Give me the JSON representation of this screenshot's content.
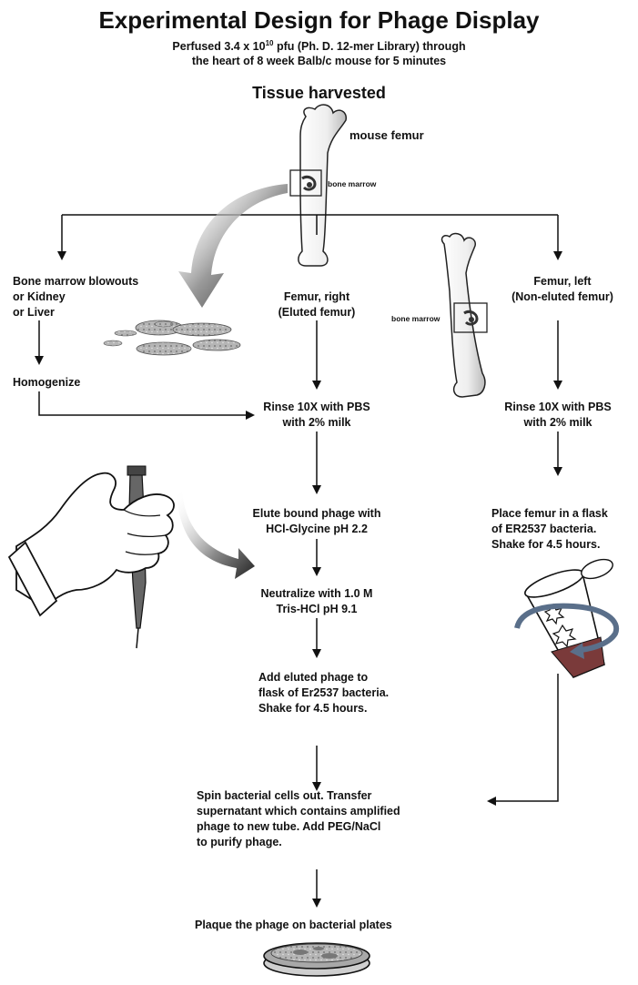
{
  "title": "Experimental Design for Phage Display",
  "subtitle_line1_pre": "Perfused 3.4 x  10",
  "subtitle_line1_exp": "10",
  "subtitle_line1_post": " pfu (Ph. D. 12-mer Library) through",
  "subtitle_line2": "the heart of 8 week Balb/c mouse for 5 minutes",
  "tissue_harvested": "Tissue harvested",
  "labels": {
    "mouse_femur": "mouse femur",
    "bone_marrow_top": "bone marrow",
    "bone_marrow_right": "bone marrow"
  },
  "left_branch": {
    "line1": "Bone marrow blowouts",
    "line2": "or Kidney",
    "line3": "or Liver",
    "homogenize": "Homogenize"
  },
  "middle_branch": {
    "femur_line1": "Femur, right",
    "femur_line2": "(Eluted femur)",
    "rinse_line1": "Rinse 10X with PBS",
    "rinse_line2": "with 2% milk",
    "elute_line1": "Elute bound phage with",
    "elute_line2": "HCl-Glycine pH 2.2",
    "neutralize_line1": "Neutralize with 1.0 M",
    "neutralize_line2": "Tris-HCl pH 9.1",
    "add_line1": "Add eluted phage to",
    "add_line2": "flask of Er2537 bacteria.",
    "add_line3": "Shake for 4.5 hours."
  },
  "right_branch": {
    "femur_line1": "Femur, left",
    "femur_line2": "(Non-eluted femur)",
    "rinse_line1": "Rinse 10X with PBS",
    "rinse_line2": "with 2% milk",
    "place_line1": "Place femur in a flask",
    "place_line2": "of ER2537 bacteria.",
    "place_line3": "Shake for 4.5 hours."
  },
  "spin": {
    "line1": "Spin bacterial cells out.  Transfer",
    "line2": "supernatant which contains amplified",
    "line3": "phage to new tube.  Add PEG/NaCl",
    "line4": "to purify phage."
  },
  "plaque": "Plaque the phage on bacterial plates",
  "colors": {
    "ink": "#111111",
    "bone": "#f2f2f2",
    "plate_gray": "#a8a8a8",
    "tube_red": "#7a3a3a",
    "blue_ring": "#5a6f8a"
  }
}
